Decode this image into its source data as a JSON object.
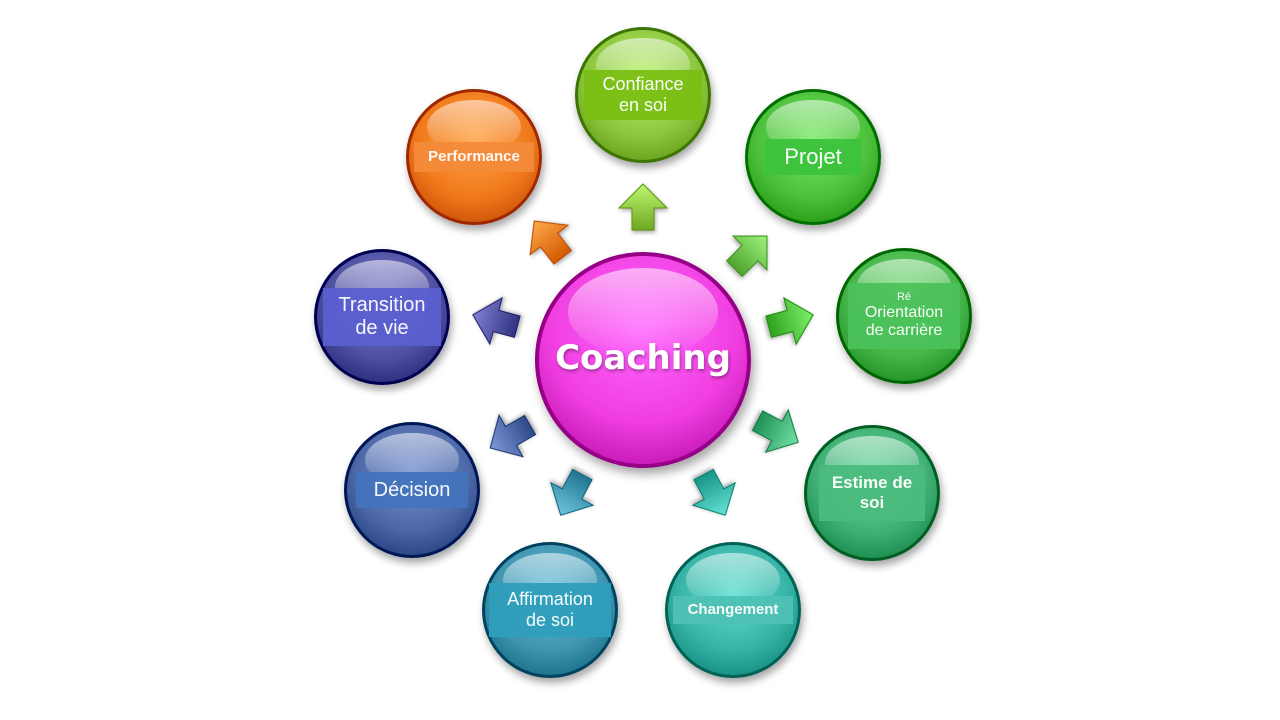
{
  "center": {
    "label": "Coaching",
    "color": "#f03ee0"
  },
  "nodes": [
    {
      "id": "confiance",
      "lines": [
        "Confiance",
        "en soi"
      ],
      "color": "#8cc63f",
      "box": "#7bbf14"
    },
    {
      "id": "projet",
      "lines": [
        "Projet"
      ],
      "color": "#4cbf3a",
      "box": "#3cc43c"
    },
    {
      "id": "reorientation",
      "lines": [
        "Ré",
        "Orientation",
        "de carrière"
      ],
      "color": "#45b54a",
      "box": "#4cc25a"
    },
    {
      "id": "estime",
      "lines": [
        "Estime de",
        "soi"
      ],
      "color": "#3fae73",
      "box": "#4bbb7e"
    },
    {
      "id": "changement",
      "lines": [
        "Changement"
      ],
      "color": "#35b2a4",
      "box": "#4ec2b4"
    },
    {
      "id": "affirmation",
      "lines": [
        "Affirmation",
        "de soi"
      ],
      "color": "#3e93ae",
      "box": "#2f9fbb"
    },
    {
      "id": "decision",
      "lines": [
        "Décision"
      ],
      "color": "#4b67a6",
      "box": "#4474bd"
    },
    {
      "id": "transition",
      "lines": [
        "Transition",
        "de vie"
      ],
      "color": "#4f4fa0",
      "box": "#5b5fd0"
    },
    {
      "id": "performance",
      "lines": [
        "Performance"
      ],
      "color": "#f0781a",
      "box": "#f48b3a"
    }
  ],
  "arrows": [
    {
      "color": "#8cc63f"
    },
    {
      "color": "#6cc24a"
    },
    {
      "color": "#4cbf3a"
    },
    {
      "color": "#3fae73"
    },
    {
      "color": "#35b2a4"
    },
    {
      "color": "#3e93ae"
    },
    {
      "color": "#4b67a6"
    },
    {
      "color": "#4f4fa0"
    },
    {
      "color": "#f0781a"
    }
  ]
}
